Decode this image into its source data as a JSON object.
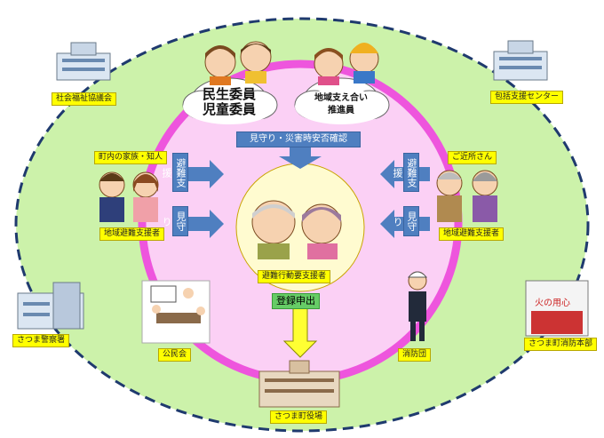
{
  "clouds": {
    "left_line1": "民生委員",
    "left_line2": "児童委員",
    "right_line1": "地域支え合い",
    "right_line2": "推進員"
  },
  "flow": {
    "watch_check": "見守り・災害時安否確認",
    "evac_support_left": "避難支援",
    "watch_left": "見守り",
    "evac_support_right": "避難支援",
    "watch_right": "見守り",
    "register": "登録申出"
  },
  "labels": {
    "social_welfare": "社会福祉協議会",
    "comprehensive_support": "包括支援センター",
    "town_family": "町内の家族・知人",
    "local_evac_left": "地域避難支援者",
    "neighbors": "ご近所さん",
    "local_evac_right": "地域避難支援者",
    "evacuee": "避難行動要支援者",
    "police": "さつま警察署",
    "community_hall": "公民会",
    "fire_corps": "消防団",
    "fire_dept": "さつま町消防本部",
    "town_office": "さつま町役場"
  },
  "colors": {
    "outer_green": "#ccf2aa",
    "dashed_navy": "#1f3a6e",
    "pink_ring": "#ee55dd",
    "pink_fill": "#fbd0f5",
    "inner_yellow": "#fffbd0",
    "arrow_blue": "#4f7fc0",
    "arrow_yellow": "#ffff33",
    "label_yellow": "#ffff00"
  }
}
